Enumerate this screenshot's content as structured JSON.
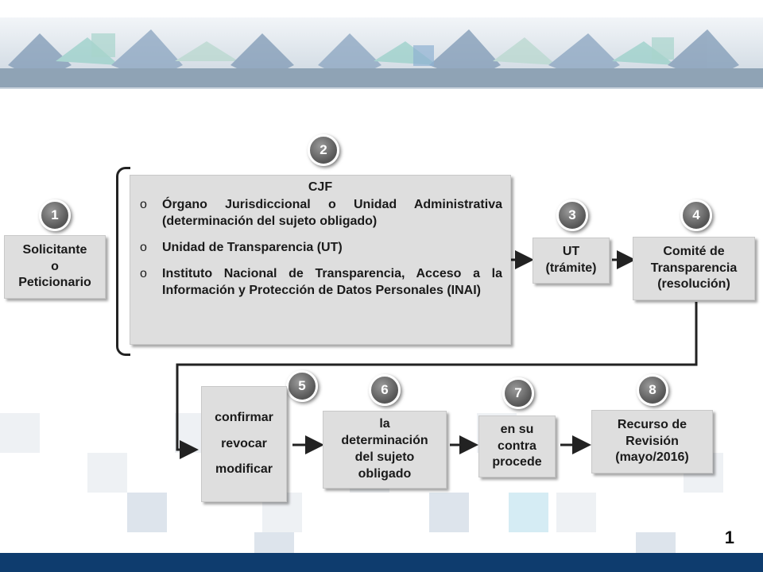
{
  "diagram": {
    "steps": {
      "s1": {
        "number": "1",
        "label": "Solicitante\no\nPeticionario"
      },
      "s2": {
        "number": "2",
        "title": "CJF",
        "bullet": "o",
        "items": [
          "Órgano Jurisdiccional o Unidad Administrativa (determinación del sujeto obligado)",
          "Unidad de Transparencia (UT)",
          "Instituto Nacional de Transparencia, Acceso a la Información y Protección de Datos Personales (INAI)"
        ]
      },
      "s3": {
        "number": "3",
        "label": "UT\n(trámite)"
      },
      "s4": {
        "number": "4",
        "label": "Comité de\nTransparencia\n(resolución)"
      },
      "s5": {
        "number": "5",
        "options": [
          "confirmar",
          "revocar",
          "modificar"
        ]
      },
      "s6": {
        "number": "6",
        "label": "la\ndeterminación\ndel sujeto\nobligado"
      },
      "s7": {
        "number": "7",
        "label": "en su\ncontra\nprocede"
      },
      "s8": {
        "number": "8",
        "label": "Recurso de\nRevisión\n(mayo/2016)"
      }
    },
    "page_number": "1",
    "colors": {
      "box": "#dedede",
      "badge": "#6b6b6b",
      "bottom_bar": "#0e3c6e",
      "banner_bar": "#8fa3b5"
    }
  }
}
